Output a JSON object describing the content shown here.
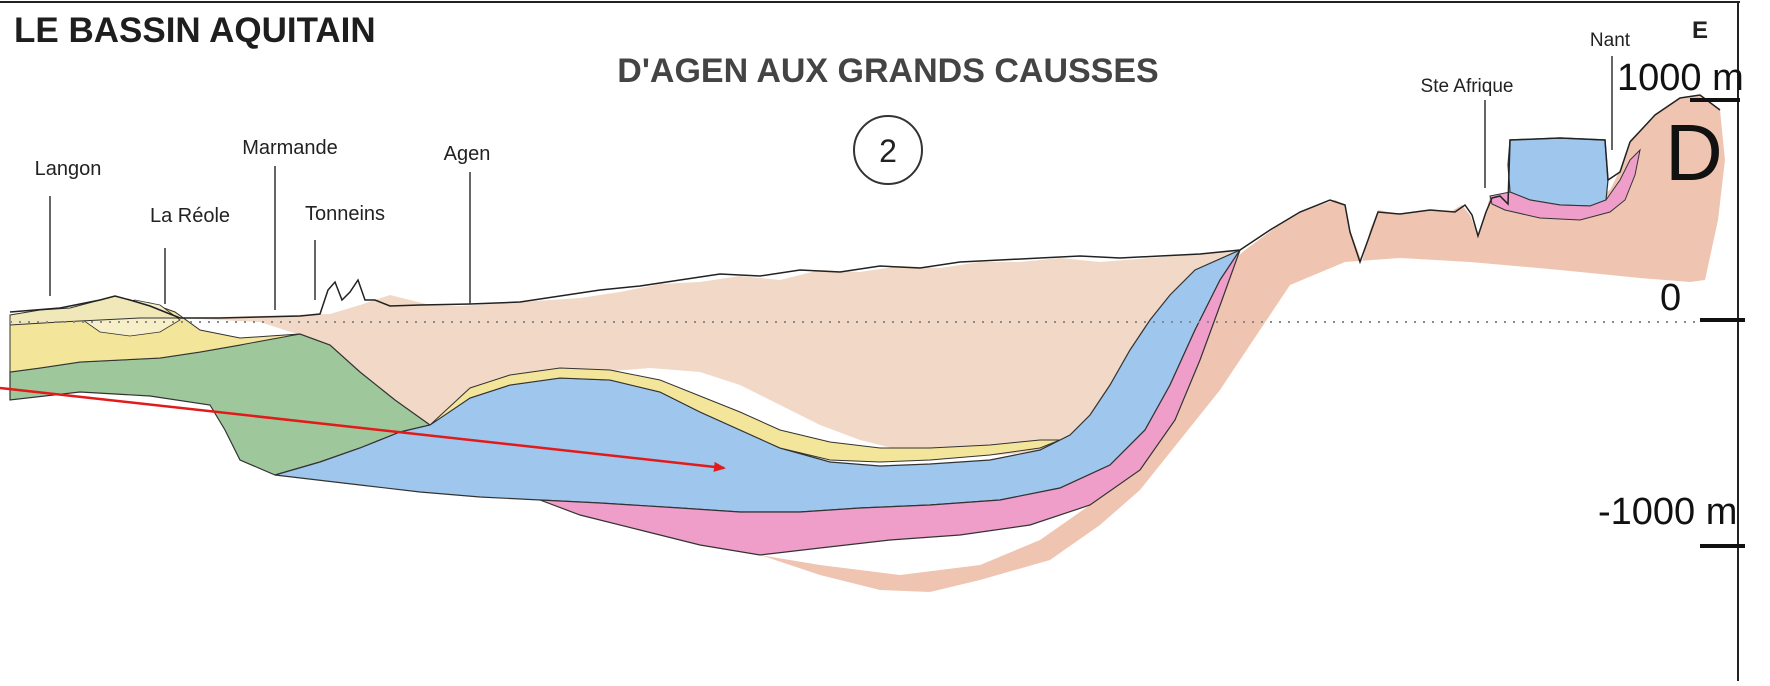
{
  "header": {
    "basin_title": "LE BASSIN AQUITAIN",
    "section_title": "D'AGEN AUX GRANDS CAUSSES",
    "section_number": "2",
    "east_marker": "E",
    "end_letter": "D"
  },
  "places": [
    {
      "name": "Langon"
    },
    {
      "name": "La Réole"
    },
    {
      "name": "Marmande"
    },
    {
      "name": "Tonneins"
    },
    {
      "name": "Agen"
    },
    {
      "name": "Ste Afrique"
    },
    {
      "name": "Nant"
    }
  ],
  "scale": {
    "top_label": "1000 m",
    "zero_label": "0",
    "bottom_label": "-1000 m"
  },
  "colors": {
    "tertiary_fill": "#f2d8c6",
    "basement_fill": "#efc5b2",
    "jurassic_blue": "#9fc6ec",
    "triassic_pink": "#ee9ec9",
    "cretaceous_yellow": "#f3e59a",
    "green_layer": "#9ec79c",
    "arrow": "#e21a1a"
  }
}
